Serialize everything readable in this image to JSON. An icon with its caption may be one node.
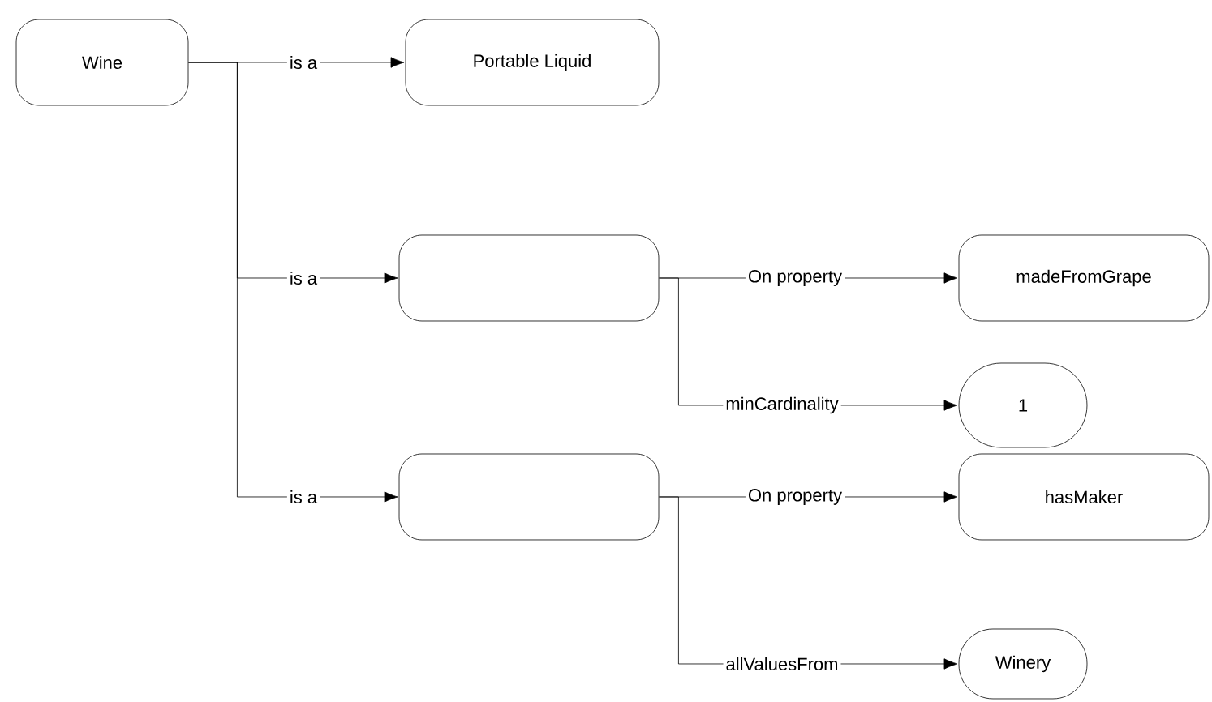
{
  "diagram": {
    "nodes": [
      {
        "text": [
          "Wine"
        ]
      },
      {
        "text": [
          "Portable Liquid"
        ]
      },
      {
        "text": [],
        "shape": "box"
      },
      {
        "text": [
          "madeFromGrape"
        ]
      },
      {
        "text": [
          "1"
        ]
      },
      {
        "text": [],
        "shape": "box"
      },
      {
        "text": [
          "hasMaker"
        ]
      },
      {
        "text": [
          "Winery"
        ]
      }
    ],
    "edges": [
      {
        "from": 0,
        "to": 1,
        "arrow": "to",
        "label": "is a"
      },
      {
        "from": 0,
        "to": 2,
        "arrow": "to",
        "label": "is a"
      },
      {
        "from": 0,
        "to": 5,
        "arrow": "to",
        "label": "is a"
      },
      {
        "from": 2,
        "to": 3,
        "arrow": "to",
        "label": "On property"
      },
      {
        "from": 2,
        "to": 4,
        "arrow": "to",
        "label": "minCardinality"
      },
      {
        "from": 5,
        "to": 6,
        "arrow": "to",
        "label": "On property"
      },
      {
        "from": 5,
        "to": 7,
        "arrow": "to",
        "label": "allValuesFrom"
      }
    ]
  }
}
